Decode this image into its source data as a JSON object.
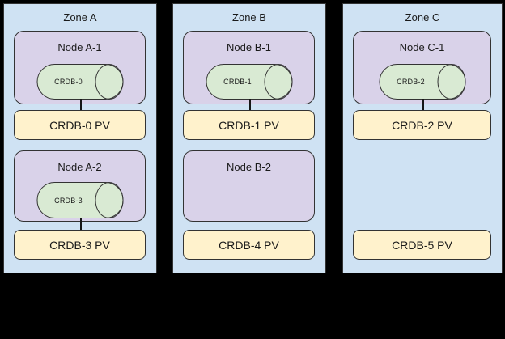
{
  "colors": {
    "background": "#000000",
    "zone_fill": "#cfe2f3",
    "node_fill": "#d9d2e9",
    "pod_fill": "#d9ead3",
    "pv_fill": "#fff2cc",
    "border": "#333333"
  },
  "zones": [
    {
      "label": "Zone A",
      "node1": {
        "label": "Node A-1",
        "pod": "CRDB-0"
      },
      "pv1": "CRDB-0 PV",
      "node2": {
        "label": "Node A-2",
        "pod": "CRDB-3"
      },
      "pv2": "CRDB-3 PV"
    },
    {
      "label": "Zone B",
      "node1": {
        "label": "Node B-1",
        "pod": "CRDB-1"
      },
      "pv1": "CRDB-1 PV",
      "node2": {
        "label": "Node B-2"
      },
      "pv2": "CRDB-4 PV"
    },
    {
      "label": "Zone C",
      "node1": {
        "label": "Node C-1",
        "pod": "CRDB-2"
      },
      "pv1": "CRDB-2 PV",
      "pv2": "CRDB-5 PV"
    }
  ]
}
